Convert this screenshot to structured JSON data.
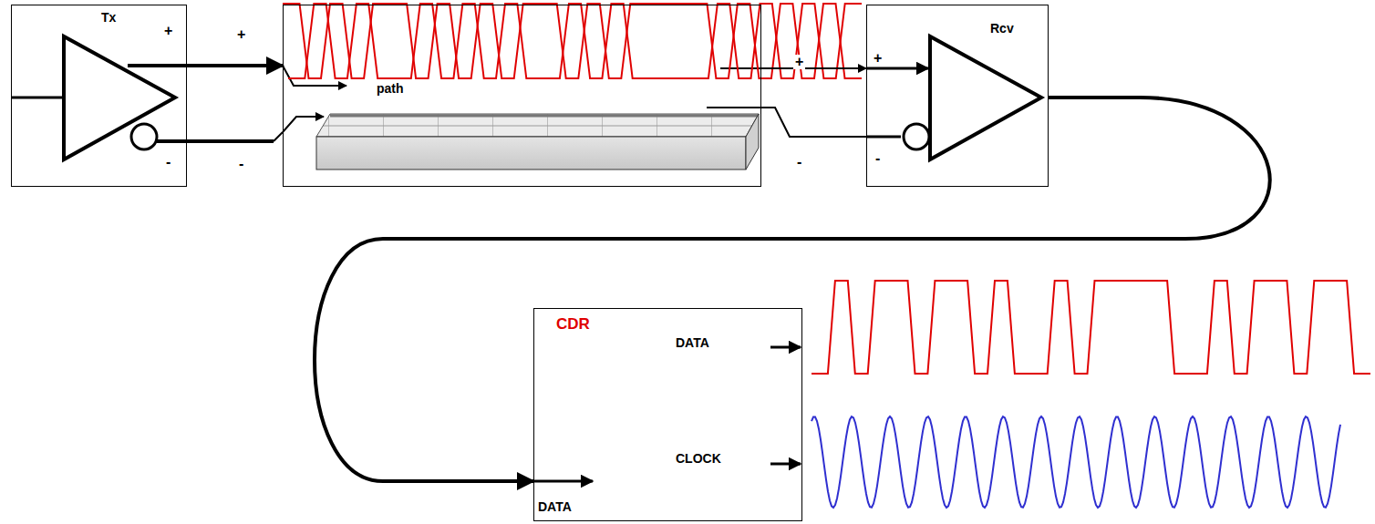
{
  "diagram": {
    "nodes": [
      {
        "text": [
          "Tx"
        ]
      },
      {
        "text": [
          "path"
        ]
      },
      {
        "text": [
          "Rcv"
        ]
      },
      {
        "text": [
          "CDR",
          "DATA",
          "DATA",
          "CLOCK"
        ]
      }
    ],
    "edges": [
      {
        "from": 0,
        "to": 1,
        "arrow": "to"
      },
      {
        "from": 1,
        "to": 2,
        "arrow": "to"
      },
      {
        "from": 2,
        "to": 3,
        "arrow": "to"
      }
    ],
    "labels": [
      "+",
      "-",
      "+",
      "-",
      "+",
      "-",
      "+",
      "-"
    ]
  }
}
